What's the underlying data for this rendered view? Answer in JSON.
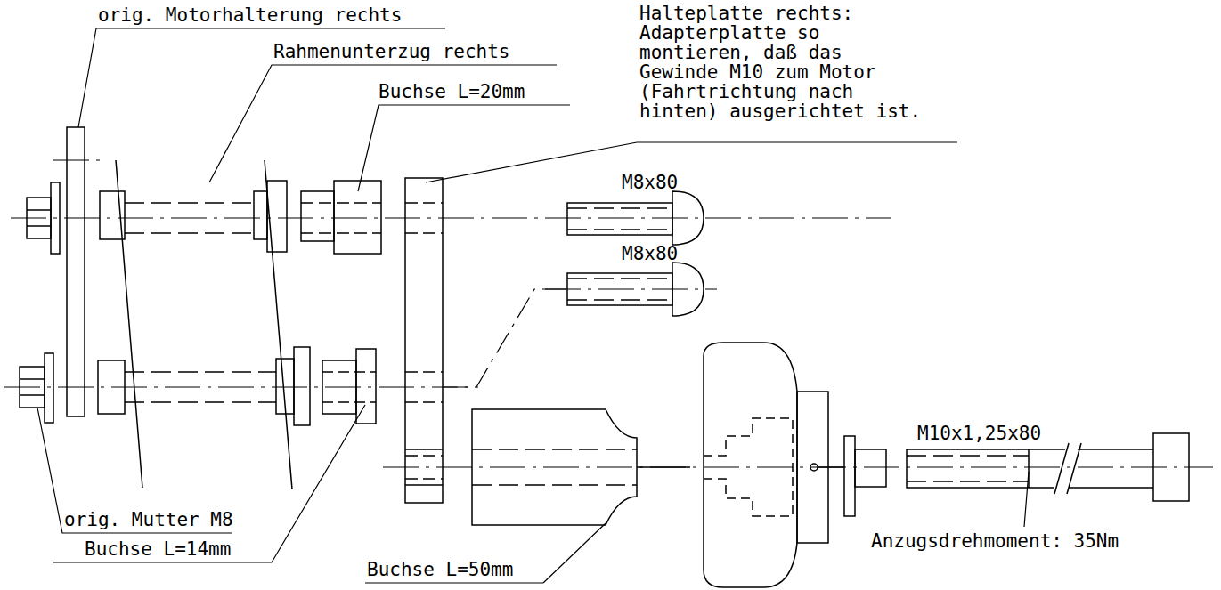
{
  "diagram": {
    "labels": [
      "orig. Motorhalterung rechts",
      "Rahmenunterzug rechts",
      "Buchse L=20mm",
      "Halteplatte rechts: Adapterplatte so montieren, daß das Gewinde M10 zum Motor (Fahrtrichtung nach hinten) ausgerichtet ist.",
      "M8x80",
      "M8x80",
      "M10x1,25x80",
      "orig. Mutter M8",
      "Buchse L=14mm",
      "Buchse L=50mm",
      "Anzugsdrehmoment: 35Nm"
    ]
  }
}
